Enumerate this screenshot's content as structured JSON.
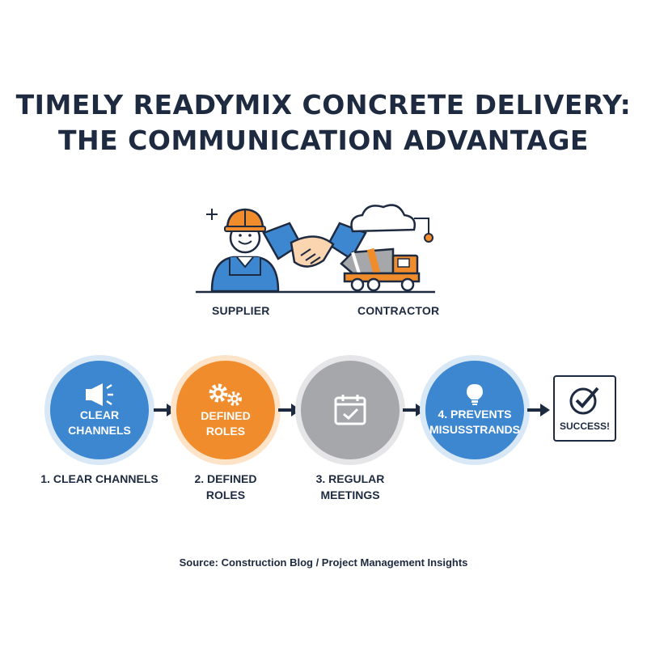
{
  "title": {
    "line1": "TIMELY READYMIX CONCRETE DELIVERY:",
    "line2": "THE COMMUNICATION ADVANTAGE"
  },
  "hero": {
    "supplier_label": "SUPPLIER",
    "contractor_label": "CONTRACTOR",
    "icons": [
      "worker-icon",
      "handshake-icon",
      "cloud-icon",
      "mixer-truck-icon"
    ]
  },
  "steps": [
    {
      "circle_text_line1": "CLEAR",
      "circle_text_line2": "CHANNELS",
      "label_line1": "1. CLEAR CHANNELS",
      "label_line2": "",
      "icon": "megaphone-icon",
      "color": "#3d86d0"
    },
    {
      "circle_text_line1": "DEFINED",
      "circle_text_line2": "ROLES",
      "label_line1": "2. DEFINED",
      "label_line2": "ROLES",
      "icon": "gears-icon",
      "color": "#f08c2c"
    },
    {
      "circle_text_line1": "",
      "circle_text_line2": "",
      "label_line1": "3. REGULAR",
      "label_line2": "MEETINGS",
      "icon": "calendar-check-icon",
      "color": "#a5a7ab"
    },
    {
      "circle_text_line1": "4. PREVENTS",
      "circle_text_line2": "MISUSSTRANDS",
      "label_line1": "",
      "label_line2": "",
      "icon": "lightbulb-icon",
      "color": "#3d86d0"
    }
  ],
  "success": {
    "text": "SUCCESS!",
    "icon": "checkmark-circle-icon"
  },
  "source": "Source: Construction Blog / Project Management Insights",
  "colors": {
    "navy": "#1e2a40",
    "blue": "#3d86d0",
    "orange": "#f08c2c",
    "gray": "#a5a7ab"
  }
}
